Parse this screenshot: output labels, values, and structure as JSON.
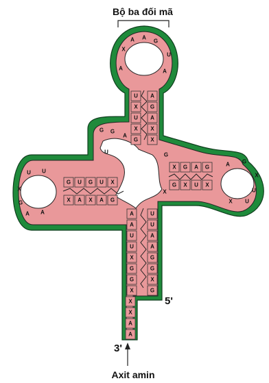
{
  "anticodon_label": "Bộ ba đối mã",
  "amino_label": "Axit amin",
  "end_5": "5'",
  "end_3": "3'",
  "colors": {
    "backbone": "#1f8a3b",
    "fill": "#e9989a",
    "outline": "#222222"
  },
  "anticodon_loop": [
    "A",
    "A",
    "G",
    "U",
    "A",
    "A",
    "X"
  ],
  "anticodon_stem": {
    "left": [
      "U",
      "X",
      "U",
      "X",
      "G"
    ],
    "right": [
      "A",
      "G",
      "A",
      "X",
      "X"
    ]
  },
  "d_loop_top": [
    "G",
    "G",
    "A",
    "U"
  ],
  "left_arm": {
    "top": [
      "G",
      "U",
      "G",
      "U",
      "X"
    ],
    "bottom": [
      "X",
      "A",
      "X",
      "A",
      "G"
    ]
  },
  "left_loop": [
    "U",
    "U",
    "X",
    "G",
    "A",
    "A"
  ],
  "right_arm": {
    "top": [
      "X",
      "G",
      "A",
      "G"
    ],
    "bottom": [
      "G",
      "X",
      "U",
      "X"
    ]
  },
  "right_loop": [
    "A",
    "G",
    "X",
    "U",
    "U",
    "X"
  ],
  "mid_dots": [
    "G",
    "X"
  ],
  "acceptor_stem": {
    "left": [
      "A",
      "A",
      "U",
      "U",
      "X",
      "G",
      "G",
      "X"
    ],
    "right": [
      "U",
      "U",
      "A",
      "A",
      "G",
      "G",
      "X",
      "G"
    ]
  },
  "tail": [
    "X",
    "X",
    "A",
    "A"
  ]
}
